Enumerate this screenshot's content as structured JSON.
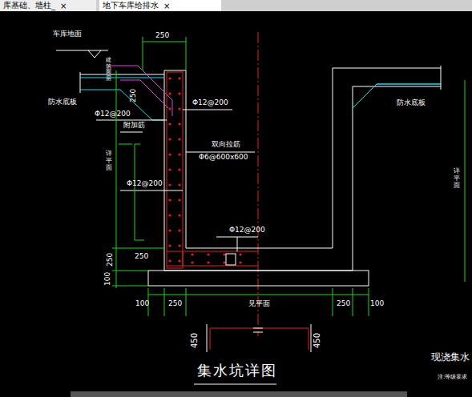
{
  "diagram": {
    "title": "集水坑详图",
    "nodes": [
      {
        "text": [
          "库基础、墙柱_",
          "×"
        ]
      },
      {
        "text": [
          "地下车库给排水",
          "×"
        ]
      }
    ],
    "labels": [
      "车库地面",
      "建筑面层",
      "250",
      "防水底板",
      "250",
      "Φ12@200",
      "附加筋",
      "Φ12@200",
      "双向拉筋",
      "Φ6@600x600",
      "详平面",
      "Φ12@200",
      "Φ12@200",
      "250",
      "250",
      "100",
      "100",
      "250",
      "见平面",
      "250",
      "100",
      "450",
      "450",
      "防水底板",
      "详平面",
      "现浇集水",
      "注:等级要求"
    ]
  }
}
